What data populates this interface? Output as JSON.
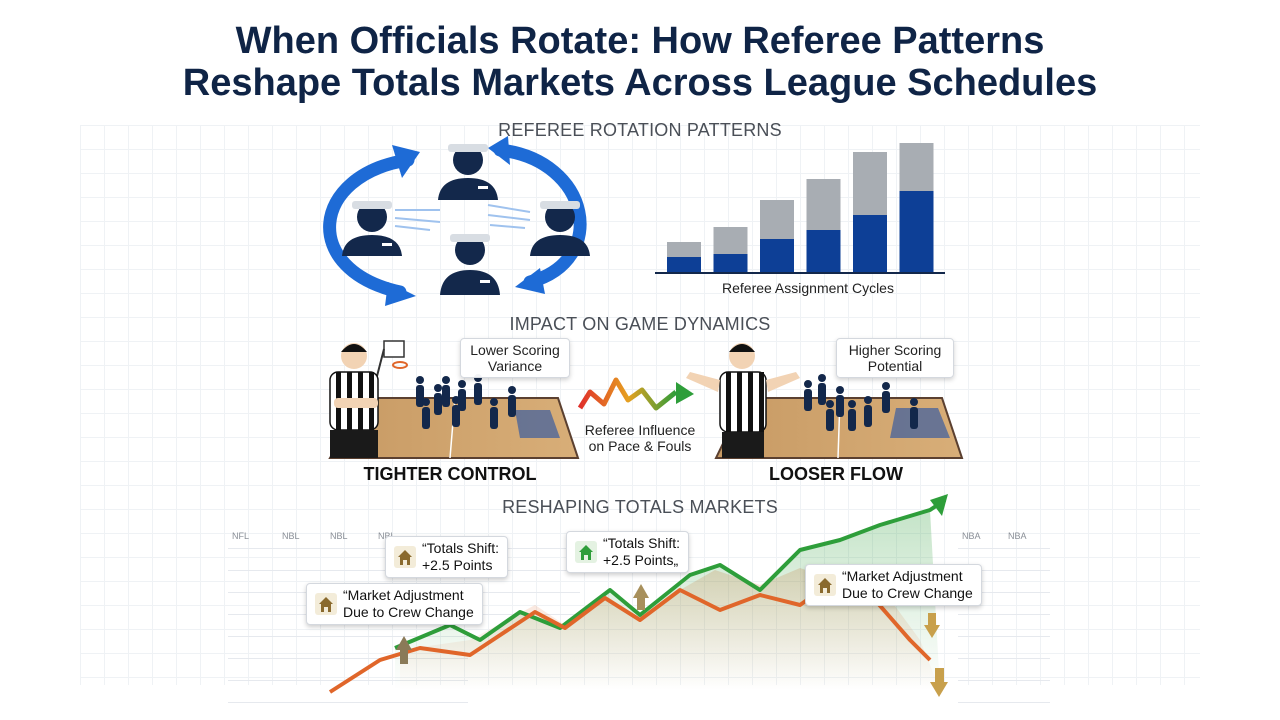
{
  "title": {
    "line1": "When Officials Rotate: How Referee Patterns",
    "line2": "Reshape Totals Markets Across League Schedules"
  },
  "sections": {
    "rotation": "REFEREE ROTATION PATTERNS",
    "impact": "IMPACT ON GAME DYNAMICS",
    "markets": "RESHAPING TOTALS MARKETS"
  },
  "rotation": {
    "bar_chart_label": "Referee Assignment Cycles",
    "bars": [
      {
        "lower": 1.0,
        "upper": 1.0
      },
      {
        "lower": 1.2,
        "upper": 1.8
      },
      {
        "lower": 2.2,
        "upper": 2.6
      },
      {
        "lower": 2.8,
        "upper": 3.4
      },
      {
        "lower": 3.8,
        "upper": 4.2
      },
      {
        "lower": 5.4,
        "upper": 3.2
      }
    ],
    "colors": {
      "lower": "#0d3f96",
      "upper": "#a8adb3",
      "arrow": "#1e6bd6"
    }
  },
  "impact": {
    "left_callout": [
      "Lower Scoring",
      "Variance"
    ],
    "right_callout": [
      "Higher Scoring",
      "Potential"
    ],
    "middle_label": [
      "Referee Influence",
      "on Pace & Fouls"
    ],
    "left_caption": "TIGHTER CONTROL",
    "right_caption": "LOOSER FLOW"
  },
  "markets": {
    "note1": [
      "“Totals Shift:",
      "+2.5 Points"
    ],
    "note2": [
      "“Totals Shift:",
      "+2.5 Points„"
    ],
    "note3": [
      "“Market Adjustment",
      "Due to Crew Change"
    ],
    "note4": [
      "“Market Adjustment",
      "Due to Crew Change"
    ],
    "table_left_headers": [
      "NFL",
      "NBL",
      "NBL",
      "NBL"
    ],
    "table_right_headers": [
      "NBA",
      "NBA"
    ],
    "colors": {
      "up": "#2e9e3a",
      "down": "#e0662a"
    }
  }
}
